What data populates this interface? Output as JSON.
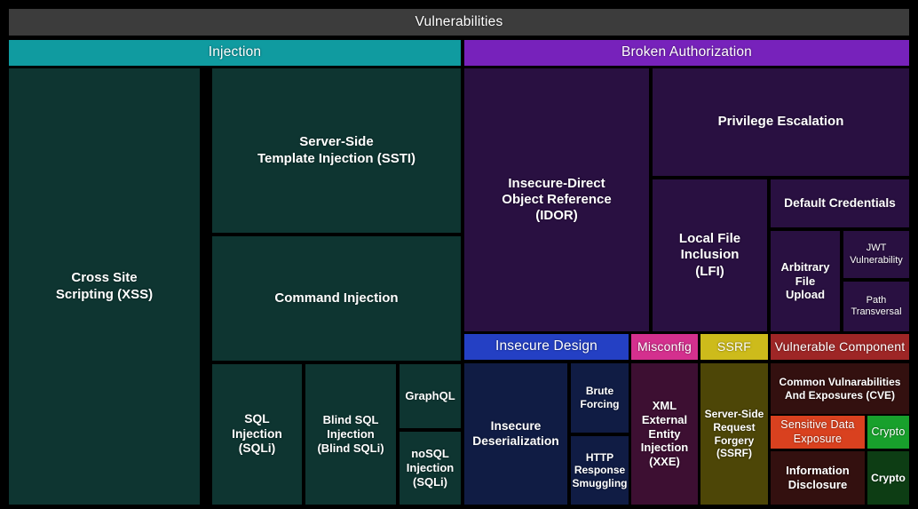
{
  "root": {
    "title": "Vulnerabilities",
    "title_bg": "#3c3c3c"
  },
  "palette": {
    "injection_header": "#109ba0",
    "injection_fill": "#0e3531",
    "broken_auth_header": "#7722bb",
    "broken_auth_fill": "#291041",
    "insecure_design_header": "#2440c4",
    "insecure_design_fill": "#101c44",
    "misconfig_header": "#d4308e",
    "misconfig_fill": "#3d0f32",
    "ssrf_header": "#cdbb1b",
    "ssrf_fill": "#4d4607",
    "vulnerable_component_header": "#9e2626",
    "vulnerable_component_fill": "#33100f",
    "sensitive_data_header": "#d9411f",
    "sensitive_data_fill": "#33100f",
    "crypto_header": "#18a02c",
    "crypto_fill": "#0d3d14",
    "background": "#000000",
    "text": "#ffffff"
  },
  "chart_data": {
    "type": "treemap",
    "title": "Vulnerabilities",
    "groups": [
      {
        "name": "Injection",
        "color": "#109ba0",
        "children": [
          {
            "name": "Cross Site\nScripting (XSS)"
          },
          {
            "name": "Server-Side\nTemplate Injection (SSTI)"
          },
          {
            "name": "Command Injection"
          },
          {
            "name": "SQL\nInjection\n(SQLi)"
          },
          {
            "name": "Blind SQL\nInjection\n(Blind SQLi)"
          },
          {
            "name": "GraphQL"
          },
          {
            "name": "noSQL\nInjection\n(SQLi)"
          }
        ]
      },
      {
        "name": "Broken Authorization",
        "color": "#7722bb",
        "children": [
          {
            "name": "Insecure-Direct\nObject Reference\n(IDOR)"
          },
          {
            "name": "Privilege Escalation"
          },
          {
            "name": "Local File\nInclusion\n(LFI)"
          },
          {
            "name": "Default Credentials"
          },
          {
            "name": "Arbitrary\nFile\nUpload"
          },
          {
            "name": "JWT\nVulnerability"
          },
          {
            "name": "Path\nTransversal"
          }
        ]
      },
      {
        "name": "Insecure Design",
        "color": "#2440c4",
        "children": [
          {
            "name": "Insecure\nDeserialization"
          },
          {
            "name": "Brute\nForcing"
          },
          {
            "name": "HTTP\nResponse\nSmuggling"
          }
        ]
      },
      {
        "name": "Misconfig",
        "color": "#d4308e",
        "children": [
          {
            "name": "XML\nExternal\nEntity\nInjection\n(XXE)"
          }
        ]
      },
      {
        "name": "SSRF",
        "color": "#cdbb1b",
        "children": [
          {
            "name": "Server-Side\nRequest\nForgery\n(SSRF)"
          }
        ]
      },
      {
        "name": "Vulnerable Component",
        "color": "#9e2626",
        "children": [
          {
            "name": "Common Vulnarabilities\nAnd Exposures (CVE)"
          },
          {
            "name": "Information\nDisclosure"
          }
        ]
      },
      {
        "name": "Sensitive Data Exposure",
        "color": "#d9411f",
        "children": []
      },
      {
        "name": "Crypto",
        "color": "#18a02c",
        "children": [
          {
            "name": "Crypto"
          }
        ]
      }
    ]
  },
  "headers": {
    "injection": "Injection",
    "broken_authorization": "Broken Authorization",
    "insecure_design": "Insecure Design",
    "misconfig": "Misconfig",
    "ssrf": "SSRF",
    "vulnerable_component": "Vulnerable Component",
    "sensitive_data_exposure": "Sensitive Data Exposure",
    "crypto": "Crypto"
  },
  "leaves": {
    "xss": "Cross Site\nScripting (XSS)",
    "ssti": "Server-Side\nTemplate Injection (SSTI)",
    "command_injection": "Command Injection",
    "sqli": "SQL\nInjection\n(SQLi)",
    "blind_sqli": "Blind SQL\nInjection\n(Blind SQLi)",
    "graphql": "GraphQL",
    "nosql": "noSQL\nInjection\n(SQLi)",
    "idor": "Insecure-Direct\nObject Reference\n(IDOR)",
    "privilege_escalation": "Privilege Escalation",
    "lfi": "Local File\nInclusion\n(LFI)",
    "default_credentials": "Default Credentials",
    "arbitrary_file_upload": "Arbitrary\nFile\nUpload",
    "jwt": "JWT\nVulnerability",
    "path_transversal": "Path\nTransversal",
    "insecure_deserialization": "Insecure\nDeserialization",
    "brute_forcing": "Brute\nForcing",
    "http_response_smuggling": "HTTP\nResponse\nSmuggling",
    "xxe": "XML\nExternal\nEntity\nInjection\n(XXE)",
    "ssrf_leaf": "Server-Side\nRequest\nForgery\n(SSRF)",
    "cve": "Common Vulnarabilities\nAnd Exposures (CVE)",
    "information_disclosure": "Information\nDisclosure",
    "crypto_leaf": "Crypto"
  }
}
